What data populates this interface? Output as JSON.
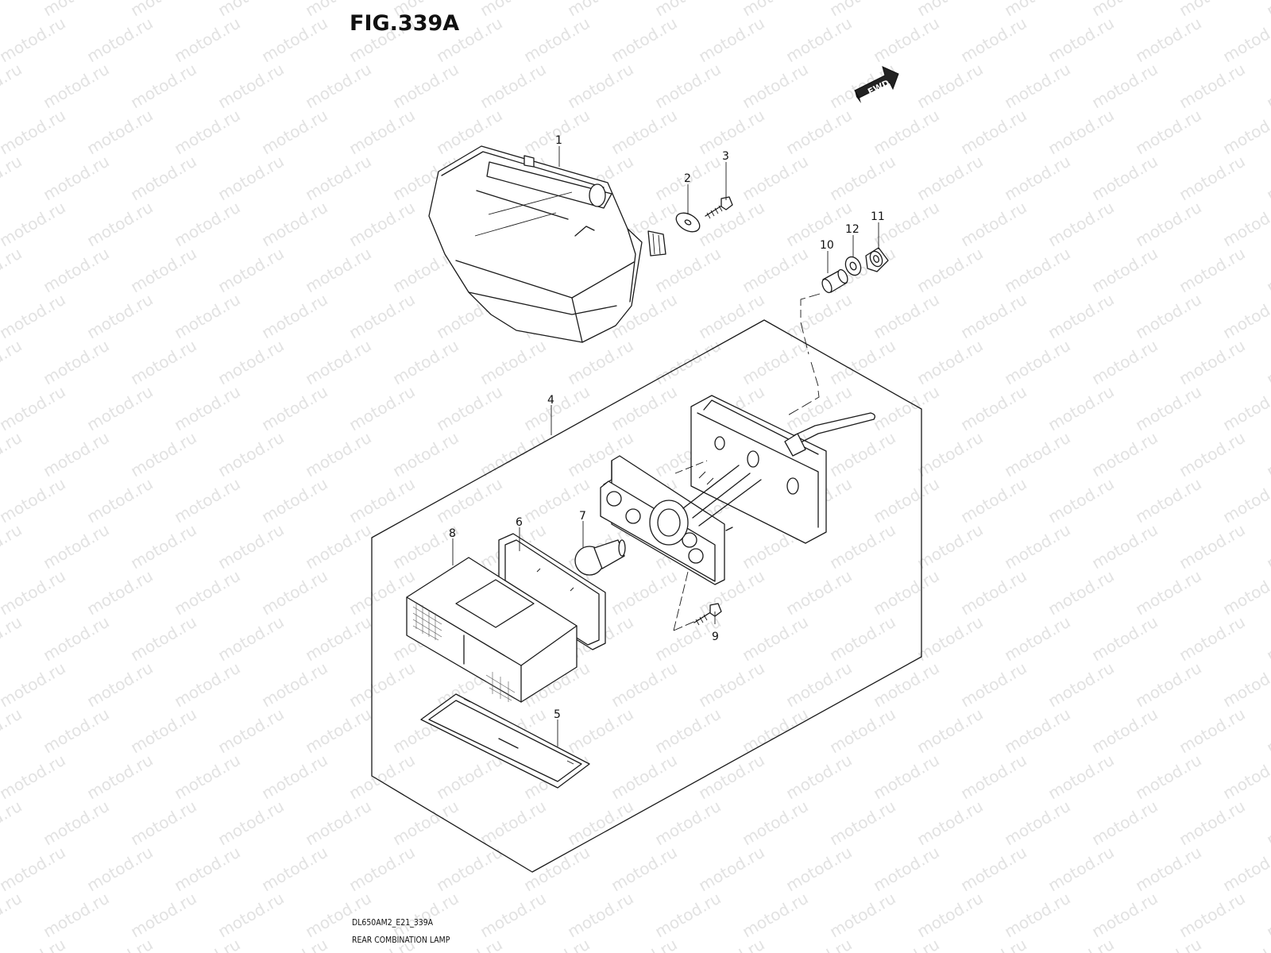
{
  "figure": {
    "title": "FIG.339A",
    "model_code": "DL650AM2_E21_339A",
    "caption": "REAR COMBINATION LAMP"
  },
  "direction_indicator": "FWD",
  "watermark": "motod.ru",
  "callouts": [
    "1",
    "2",
    "3",
    "4",
    "5",
    "6",
    "7",
    "8",
    "9",
    "10",
    "11",
    "12"
  ],
  "colors": {
    "line": "#1a1a1a",
    "watermark": "#e2e2e2",
    "background": "#ffffff"
  }
}
